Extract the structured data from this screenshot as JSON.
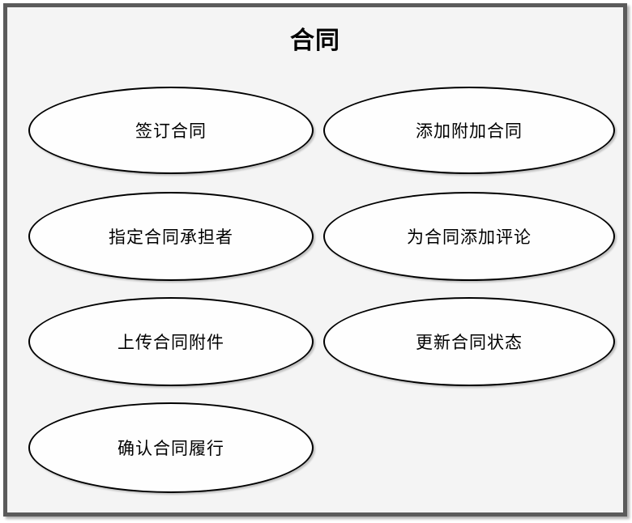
{
  "title": "合同",
  "usecases": [
    {
      "label": "签订合同"
    },
    {
      "label": "添加附加合同"
    },
    {
      "label": "指定合同承担者"
    },
    {
      "label": "为合同添加评论"
    },
    {
      "label": "上传合同附件"
    },
    {
      "label": "更新合同状态"
    },
    {
      "label": "确认合同履行"
    }
  ],
  "colors": {
    "frame_border": "#5b5b5b",
    "frame_fill": "#f4f4f4",
    "ellipse_fill": "#fefefe",
    "ellipse_stroke": "#000000",
    "text": "#000000",
    "page_background": "#ffffff"
  }
}
